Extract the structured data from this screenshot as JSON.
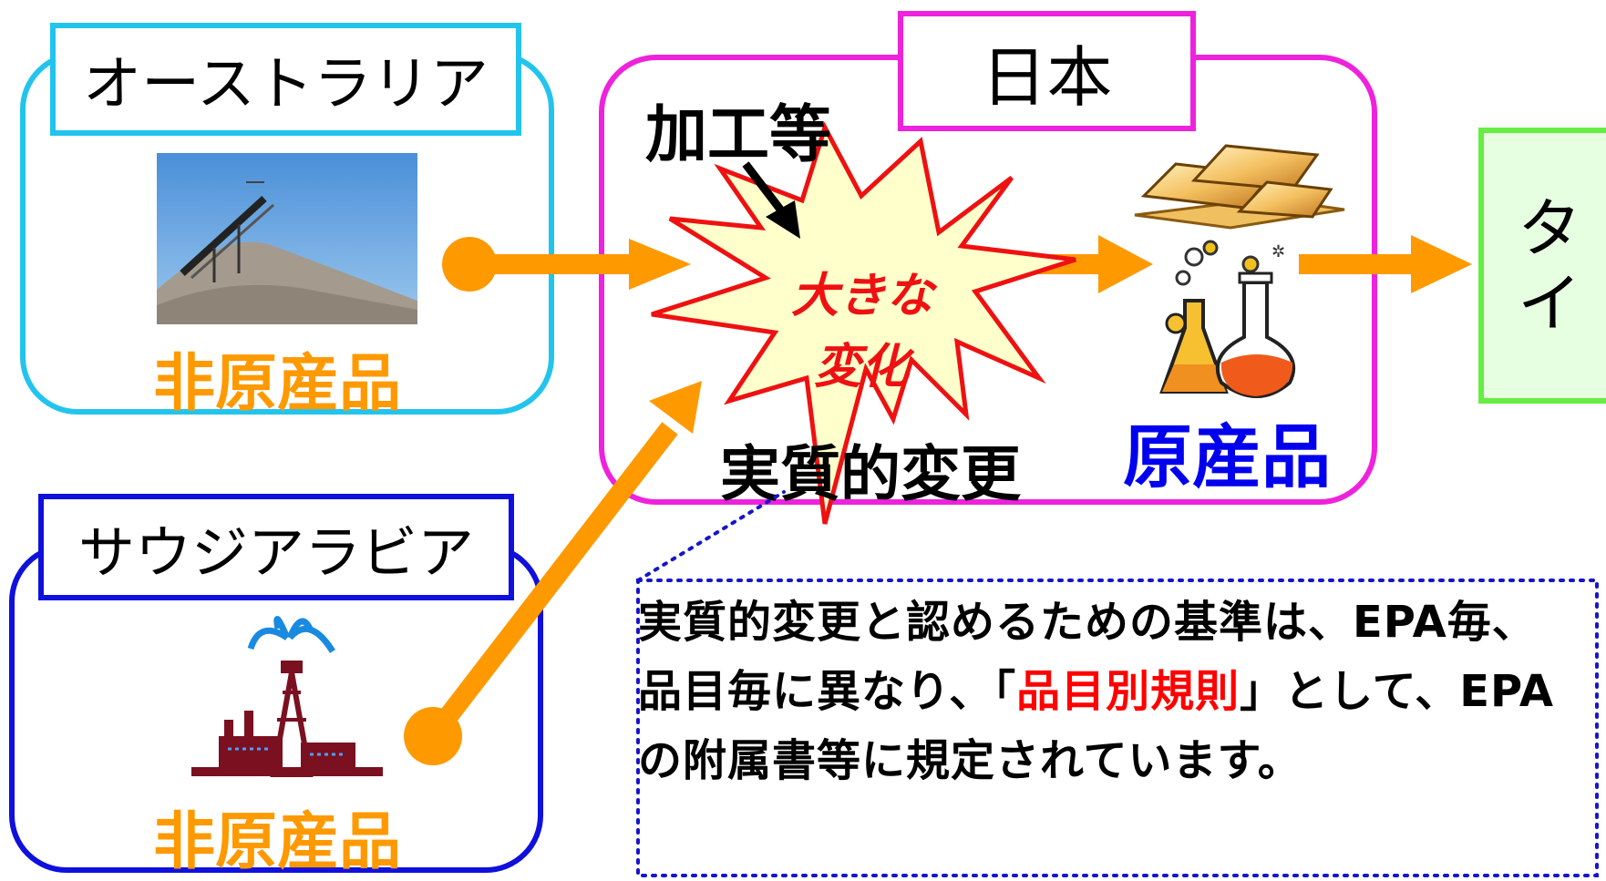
{
  "australia": {
    "label": "オーストラリア",
    "item": "非原産品"
  },
  "saudi": {
    "label": "サウジアラビア",
    "item": "非原産品"
  },
  "japan": {
    "label": "日本",
    "process": "加工等",
    "burst": [
      "大きな",
      "変化"
    ],
    "change": "実質的変更",
    "result": "原産品"
  },
  "destination": {
    "label": "タイ"
  },
  "note": {
    "text_1": "実質的変更と認めるための基準は、EPA毎、品目毎に異なり、「",
    "highlight": "品目別規則",
    "text_2": "」として、EPAの附属書等に規定されています。"
  },
  "colors": {
    "australia_border": "#22c4ee",
    "saudi_border": "#1010dd",
    "japan_border": "#ee22dd",
    "destination_border": "#66ee44",
    "destination_fill": "#e6ffe0",
    "arrow": "#ff9900",
    "item_text": "#ff9900",
    "origin_text": "#0000ee",
    "burst_fill": "#ffffcc",
    "burst_stroke": "#ee1111",
    "highlight": "#ff0000"
  },
  "icons": [
    "mining-conveyor-photo",
    "oil-rig-icon",
    "gold-bars-icon",
    "lab-flasks-icon",
    "starburst-icon"
  ]
}
